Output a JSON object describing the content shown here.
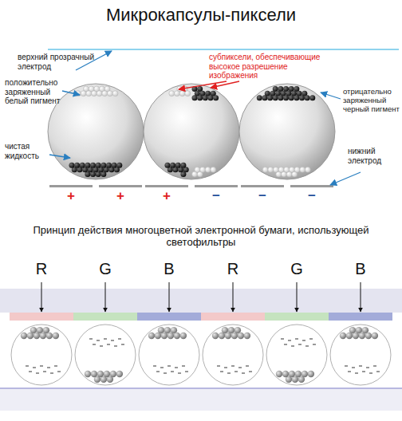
{
  "diagram": {
    "title": "Микрокапсулы-пиксели",
    "labels": [
      "верхний прозрачный электрод",
      "субпиксели, обеспечивающие высокое разрешение изображения",
      "положительно заряженный белый пигмент",
      "отрицательно заряженный черный пигмент",
      "чистая жидкость",
      "нижний электрод",
      "+",
      "+",
      "+",
      "−",
      "−",
      "−",
      "Принцип действия многоцветной электронной бумаги, использующей светофильтры",
      "R",
      "G",
      "B",
      "R",
      "G",
      "B"
    ]
  }
}
